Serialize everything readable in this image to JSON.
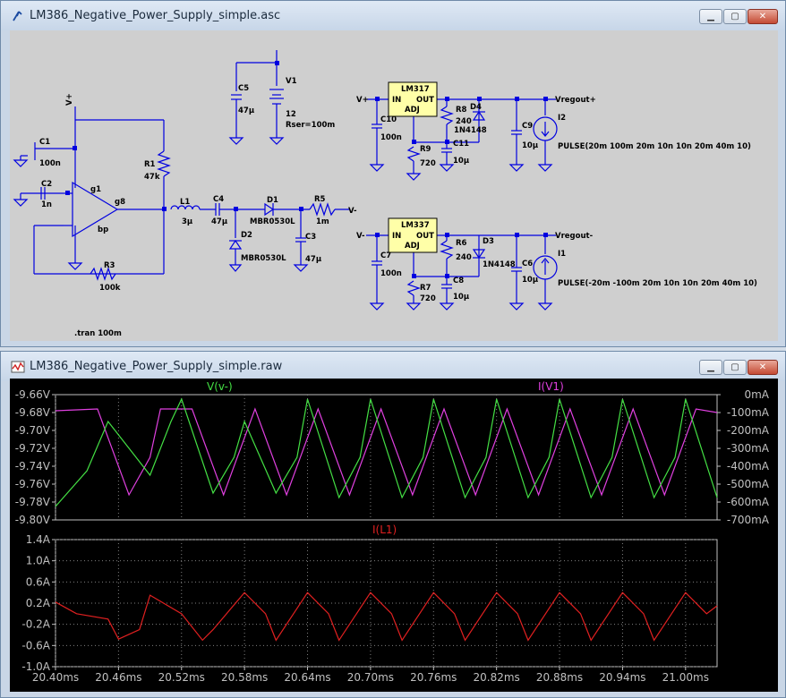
{
  "schematic": {
    "title": "LM386_Negative_Power_Supply_simple.asc",
    "labels": {
      "vplus_top": "V+",
      "vplus_left": "V+",
      "C1": "C1",
      "C1v": "100n",
      "C2": "C2",
      "C2v": "1n",
      "g1": "g1",
      "g8": "g8",
      "bp": "bp",
      "R1": "R1",
      "R1v": "47k",
      "R3": "R3",
      "R3v": "100k",
      "C5": "C5",
      "C5v": "47μ",
      "V1": "V1",
      "V1v": "12",
      "V1r": "Rser=100m",
      "L1": "L1",
      "L1v": "3μ",
      "C4": "C4",
      "C4v": "47μ",
      "D1": "D1",
      "D1v": "MBR0530L",
      "D2": "D2",
      "D2v": "MBR0530L",
      "R5": "R5",
      "R5v": "1m",
      "vminus_out": "V-",
      "C3": "C3",
      "C3v": "47μ",
      "tran": ".tran 100m",
      "LM317": "LM317",
      "LM337": "LM337",
      "IN": "IN",
      "OUT": "OUT",
      "ADJ": "ADJ",
      "IN2": "IN",
      "OUT2": "OUT",
      "ADJ2": "ADJ",
      "vplus_reg": "V+",
      "vminus_reg": "V-",
      "C10": "C10",
      "C10v": "100n",
      "R9": "R9",
      "R9v": "720",
      "R8": "R8",
      "R8v": "240",
      "D4": "D4",
      "D4v": "1N4148",
      "C11": "C11",
      "C11v": "10μ",
      "C9": "C9",
      "C9v": "10μ",
      "I2": "I2",
      "I2v": "PULSE(20m 100m 20m 10n 10n 20m 40m 10)",
      "vregout_p": "Vregout+",
      "C7": "C7",
      "C7v": "100n",
      "R7": "R7",
      "R7v": "720",
      "R6": "R6",
      "R6v": "240",
      "D3": "D3",
      "D3v": "1N4148",
      "C8": "C8",
      "C8v": "10μ",
      "C6": "C6",
      "C6v": "10μ",
      "I1": "I1",
      "I1v": "PULSE(-20m -100m 20m 10n 10n 20m 40m 10)",
      "vregout_n": "Vregout-"
    }
  },
  "waveform": {
    "title": "LM386_Negative_Power_Supply_simple.raw",
    "colors": {
      "v_vminus": "#44e044",
      "i_v1": "#e040e0",
      "i_l1": "#e02020",
      "axis": "#c0c0c0",
      "grid": "#808080"
    }
  },
  "chart_data": [
    {
      "type": "line",
      "title": "",
      "traces": [
        {
          "name": "V(v-)",
          "axis": "left",
          "color": "#44e044",
          "shape": "sawtooth",
          "period_ms": 0.06,
          "min": -9.78,
          "max": -9.665,
          "x": [
            20.4,
            20.43,
            20.45,
            20.46,
            20.49,
            20.51,
            20.52,
            20.55,
            20.57,
            20.58,
            20.61,
            20.63,
            20.64,
            20.67,
            20.69,
            20.7,
            20.73,
            20.75,
            20.76,
            20.79,
            20.81,
            20.82,
            20.85,
            20.87,
            20.88,
            20.91,
            20.93,
            20.94,
            20.97,
            20.99,
            21.0,
            21.03
          ],
          "y": [
            -9.785,
            -9.745,
            -9.69,
            -9.705,
            -9.75,
            -9.69,
            -9.665,
            -9.77,
            -9.73,
            -9.69,
            -9.77,
            -9.73,
            -9.665,
            -9.775,
            -9.73,
            -9.665,
            -9.775,
            -9.73,
            -9.665,
            -9.775,
            -9.73,
            -9.665,
            -9.775,
            -9.73,
            -9.665,
            -9.775,
            -9.73,
            -9.665,
            -9.775,
            -9.73,
            -9.665,
            -9.775
          ]
        },
        {
          "name": "I(V1)",
          "axis": "right",
          "color": "#e040e0",
          "shape": "pulse",
          "period_ms": 0.06,
          "base_ma": -80,
          "min_ma": -560,
          "x": [
            20.4,
            20.44,
            20.47,
            20.49,
            20.5,
            20.53,
            20.56,
            20.59,
            20.62,
            20.65,
            20.68,
            20.71,
            20.74,
            20.77,
            20.8,
            20.83,
            20.86,
            20.89,
            20.92,
            20.95,
            20.98,
            21.01,
            21.03
          ],
          "y": [
            -90,
            -80,
            -560,
            -350,
            -80,
            -80,
            -560,
            -80,
            -560,
            -80,
            -560,
            -80,
            -560,
            -80,
            -560,
            -80,
            -560,
            -80,
            -560,
            -80,
            -560,
            -80,
            -100
          ]
        }
      ],
      "left_axis": {
        "unit": "V",
        "ticks": [
          "-9.66V",
          "-9.68V",
          "-9.70V",
          "-9.72V",
          "-9.74V",
          "-9.76V",
          "-9.78V",
          "-9.80V"
        ],
        "ylim": [
          -9.8,
          -9.66
        ]
      },
      "right_axis": {
        "unit": "mA",
        "ticks": [
          "0mA",
          "-100mA",
          "-200mA",
          "-300mA",
          "-400mA",
          "-500mA",
          "-600mA",
          "-700mA"
        ],
        "ylim": [
          -700,
          0
        ]
      }
    },
    {
      "type": "line",
      "title": "",
      "traces": [
        {
          "name": "I(L1)",
          "color": "#e02020",
          "shape": "square-ish",
          "period_ms": 0.06,
          "high": 0.4,
          "low": -0.5,
          "x": [
            20.4,
            20.42,
            20.45,
            20.46,
            20.48,
            20.49,
            20.52,
            20.54,
            20.55,
            20.58,
            20.6,
            20.61,
            20.64,
            20.66,
            20.67,
            20.7,
            20.72,
            20.73,
            20.76,
            20.78,
            20.79,
            20.82,
            20.84,
            20.85,
            20.88,
            20.9,
            20.91,
            20.94,
            20.96,
            20.97,
            21.0,
            21.02,
            21.03
          ],
          "y": [
            0.22,
            0.0,
            -0.1,
            -0.48,
            -0.3,
            0.35,
            0.0,
            -0.5,
            -0.3,
            0.4,
            0.0,
            -0.5,
            0.4,
            0.0,
            -0.5,
            0.4,
            0.0,
            -0.5,
            0.4,
            0.0,
            -0.5,
            0.4,
            0.0,
            -0.5,
            0.4,
            0.0,
            -0.5,
            0.4,
            0.0,
            -0.5,
            0.4,
            0.0,
            0.15
          ]
        }
      ],
      "y_axis": {
        "ticks": [
          "1.4A",
          "1.0A",
          "0.6A",
          "0.2A",
          "-0.2A",
          "-0.6A",
          "-1.0A"
        ],
        "ylim": [
          -1.0,
          1.4
        ]
      },
      "x_axis": {
        "ticks": [
          "20.40ms",
          "20.46ms",
          "20.52ms",
          "20.58ms",
          "20.64ms",
          "20.70ms",
          "20.76ms",
          "20.82ms",
          "20.88ms",
          "20.94ms",
          "21.00ms"
        ],
        "xlim": [
          20.4,
          21.03
        ]
      }
    }
  ]
}
